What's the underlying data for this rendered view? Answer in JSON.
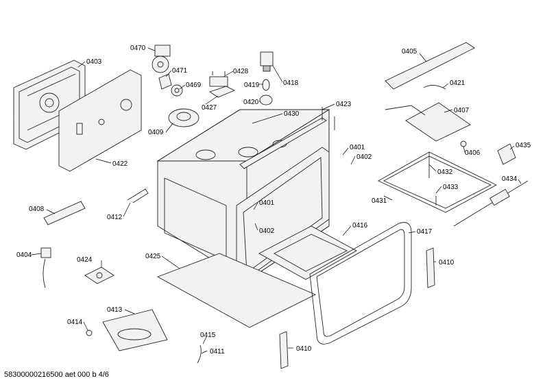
{
  "diagram": {
    "labels": {
      "p0403": "0403",
      "p0470": "0470",
      "p0471": "0471",
      "p0469": "0469",
      "p0428": "0428",
      "p0419": "0419",
      "p0418": "0418",
      "p0427": "0427",
      "p0420": "0420",
      "p0405": "0405",
      "p0421": "0421",
      "p0407": "0407",
      "p0409": "0409",
      "p0430": "0430",
      "p0423": "0423",
      "p0422": "0422",
      "p0401a": "0401",
      "p0402a": "0402",
      "p0406": "0406",
      "p0435": "0435",
      "p0432": "0432",
      "p0433": "0433",
      "p0431": "0431",
      "p0434": "0434",
      "p0408": "0408",
      "p0412": "0412",
      "p0401b": "0401",
      "p0402b": "0402",
      "p0416": "0416",
      "p0417": "0417",
      "p0404": "0404",
      "p0424": "0424",
      "p0425": "0425",
      "p0410a": "0410",
      "p0413": "0413",
      "p0414": "0414",
      "p0415": "0415",
      "p0411": "0411",
      "p0410b": "0410"
    }
  },
  "footer": {
    "document_id": "58300000216500 aet 000 b 4/6"
  }
}
